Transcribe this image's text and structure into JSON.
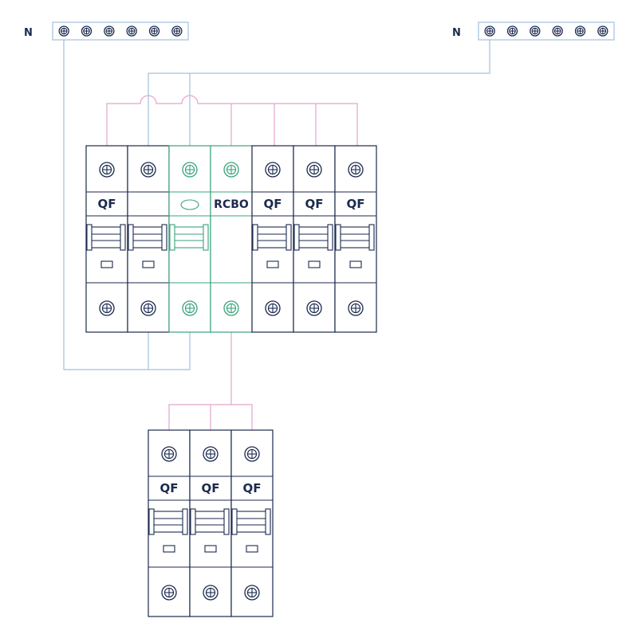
{
  "neutral_bars": {
    "left": {
      "label": "N",
      "screw_count": 6
    },
    "right": {
      "label": "N",
      "screw_count": 6
    }
  },
  "panel_main": {
    "modules": [
      {
        "label": "QF",
        "kind": "breaker"
      },
      {
        "label": "",
        "kind": "breaker"
      },
      {
        "label": "",
        "kind": "rcbo-left"
      },
      {
        "label": "RCBO",
        "kind": "rcbo-right"
      },
      {
        "label": "QF",
        "kind": "breaker"
      },
      {
        "label": "QF",
        "kind": "breaker"
      },
      {
        "label": "QF",
        "kind": "breaker"
      }
    ]
  },
  "panel_sub": {
    "modules": [
      {
        "label": "QF",
        "kind": "breaker"
      },
      {
        "label": "QF",
        "kind": "breaker"
      },
      {
        "label": "QF",
        "kind": "breaker"
      }
    ]
  },
  "colors": {
    "outline": "#1b2a4e",
    "phase_wire": "#e4a4cf",
    "neutral_wire": "#9fc0e0",
    "rcbo": "#3aa37a"
  }
}
